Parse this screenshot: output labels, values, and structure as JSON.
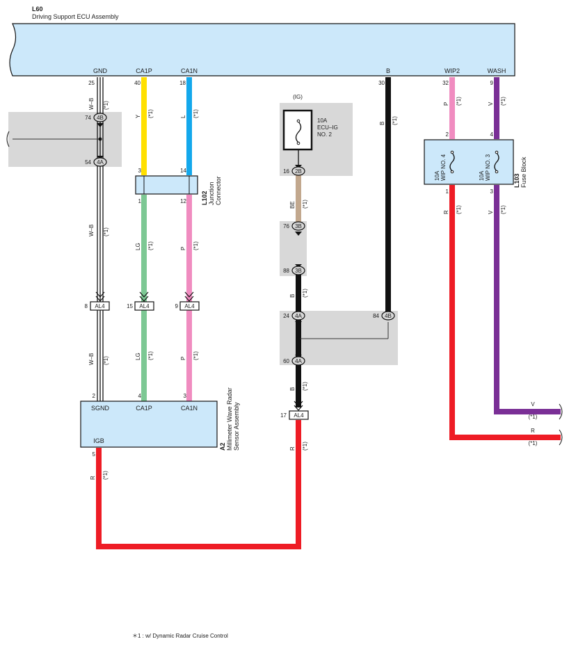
{
  "ecu": {
    "code": "L60",
    "name": "Driving Support ECU Assembly",
    "pins": [
      "GND",
      "CA1P",
      "CA1N",
      "B",
      "WIP2",
      "WASH"
    ],
    "pin_numbers": [
      "25",
      "40",
      "18",
      "30",
      "32",
      "9"
    ]
  },
  "wire_colors": {
    "wb": "W–B",
    "y": "Y",
    "l": "L",
    "lg": "LG",
    "p": "P",
    "b": "B",
    "be": "BE",
    "v": "V",
    "r": "R"
  },
  "note_mark": "(*1)",
  "ig": "(IG)",
  "fuse_ecu": {
    "rating": "10A",
    "name1": "ECU–IG",
    "name2": "NO. 2"
  },
  "junction": {
    "code": "L102",
    "name1": "Junction",
    "name2": "Connector",
    "pins": [
      "3",
      "14",
      "1",
      "12"
    ]
  },
  "fuse_block": {
    "code": "L103",
    "name": "Fuse Block",
    "fuse1_rating": "10A",
    "fuse1_name": "WIP NO. 4",
    "fuse2_rating": "10A",
    "fuse2_name": "WIP NO. 3",
    "pins": [
      "2",
      "4",
      "1",
      "3"
    ]
  },
  "sensor": {
    "code": "A2",
    "name1": "Millimeter Wave Radar",
    "name2": "Sensor Assembly",
    "pins": [
      "SGND",
      "CA1P",
      "CA1N",
      "IGB"
    ],
    "pin_numbers": [
      "2",
      "4",
      "3",
      "5"
    ]
  },
  "connectors": {
    "c4b": "4B",
    "c4a": "4A",
    "c2b": "2B",
    "c3b": "3B",
    "al4": "AL4",
    "n74": "74",
    "n54": "54",
    "n16": "16",
    "n76": "76",
    "n88": "88",
    "n24": "24",
    "n84": "84",
    "n60": "60",
    "n8": "8",
    "n15": "15",
    "n9": "9",
    "n17": "17"
  },
  "footnote": "＊1 : w/ Dynamic Radar Cruise Control",
  "colors": {
    "box_fill": "#cce8fa",
    "shade": "#d8d8d8",
    "yellow": "#ffe000",
    "blue": "#13a8ec",
    "green": "#7dc894",
    "pink": "#f08cc0",
    "black": "#111111",
    "tan": "#c2a88e",
    "purple": "#7a2f96",
    "red": "#ee1c25"
  }
}
